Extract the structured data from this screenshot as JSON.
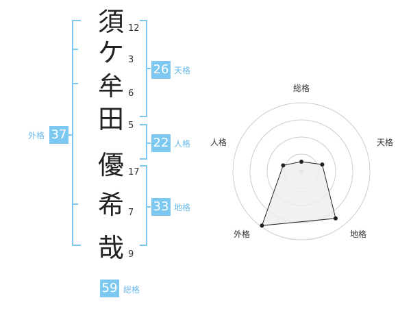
{
  "name_chars": [
    {
      "char": "須",
      "strokes": "12"
    },
    {
      "char": "ケ",
      "strokes": "3"
    },
    {
      "char": "牟",
      "strokes": "6"
    },
    {
      "char": "田",
      "strokes": "5"
    },
    {
      "char": "優",
      "strokes": "17"
    },
    {
      "char": "希",
      "strokes": "7"
    },
    {
      "char": "哉",
      "strokes": "9"
    }
  ],
  "kakusu": {
    "tenkaku": {
      "value": "26",
      "label": "天格"
    },
    "jinkaku": {
      "value": "22",
      "label": "人格"
    },
    "chikaku": {
      "value": "33",
      "label": "地格"
    },
    "gaikaku": {
      "value": "37",
      "label": "外格"
    },
    "soukaku": {
      "value": "59",
      "label": "総格"
    }
  },
  "colors": {
    "bracket": "#7dc8f0",
    "badge_bg": "#7dc8f0",
    "badge_label": "#6ab8e8",
    "radar_ring": "#cccccc",
    "radar_fill": "#eeeeee",
    "radar_line": "#222222"
  },
  "chart_data": {
    "type": "radar",
    "axes": [
      "総格",
      "天格",
      "地格",
      "外格",
      "人格"
    ],
    "values": [
      0.14,
      0.32,
      0.85,
      0.98,
      0.28
    ],
    "rings": 4
  }
}
